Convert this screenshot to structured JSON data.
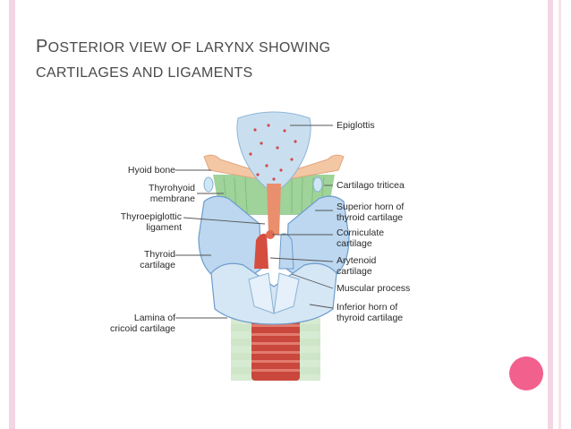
{
  "title": {
    "line1_first": "P",
    "line1_rest": "osterior view of larynx showing",
    "line2": "cartilages and ligaments"
  },
  "labels": {
    "left": [
      {
        "key": "hyoid",
        "lines": [
          "Hyoid bone"
        ]
      },
      {
        "key": "thyrohyoid",
        "lines": [
          "Thyrohyoid",
          "membrane"
        ]
      },
      {
        "key": "thyroepiglottic",
        "lines": [
          "Thyroepiglottic",
          "ligament"
        ]
      },
      {
        "key": "thyroid",
        "lines": [
          "Thyroid",
          "cartilage"
        ]
      },
      {
        "key": "lamina",
        "lines": [
          "Lamina of",
          "cricoid cartilage"
        ]
      }
    ],
    "right": [
      {
        "key": "epiglottis",
        "lines": [
          "Epiglottis"
        ]
      },
      {
        "key": "triticea",
        "lines": [
          "Cartilago triticea"
        ]
      },
      {
        "key": "superior_horn",
        "lines": [
          "Superior horn of",
          "thyroid cartilage"
        ]
      },
      {
        "key": "corniculate",
        "lines": [
          "Corniculate",
          "cartilage"
        ]
      },
      {
        "key": "arytenoid",
        "lines": [
          "Arytenoid",
          "cartilage"
        ]
      },
      {
        "key": "muscular",
        "lines": [
          "Muscular process"
        ]
      },
      {
        "key": "inferior_horn",
        "lines": [
          "Inferior horn of",
          "thyroid cartilage"
        ]
      }
    ]
  },
  "colors": {
    "accent": "#f2608e",
    "border": "#f3d6e4",
    "cartilage_blue": "#bcd7ef",
    "membrane_green": "#9fd39a",
    "hyoid_peach": "#f4c7a4",
    "trachea_red": "#c7463a"
  }
}
